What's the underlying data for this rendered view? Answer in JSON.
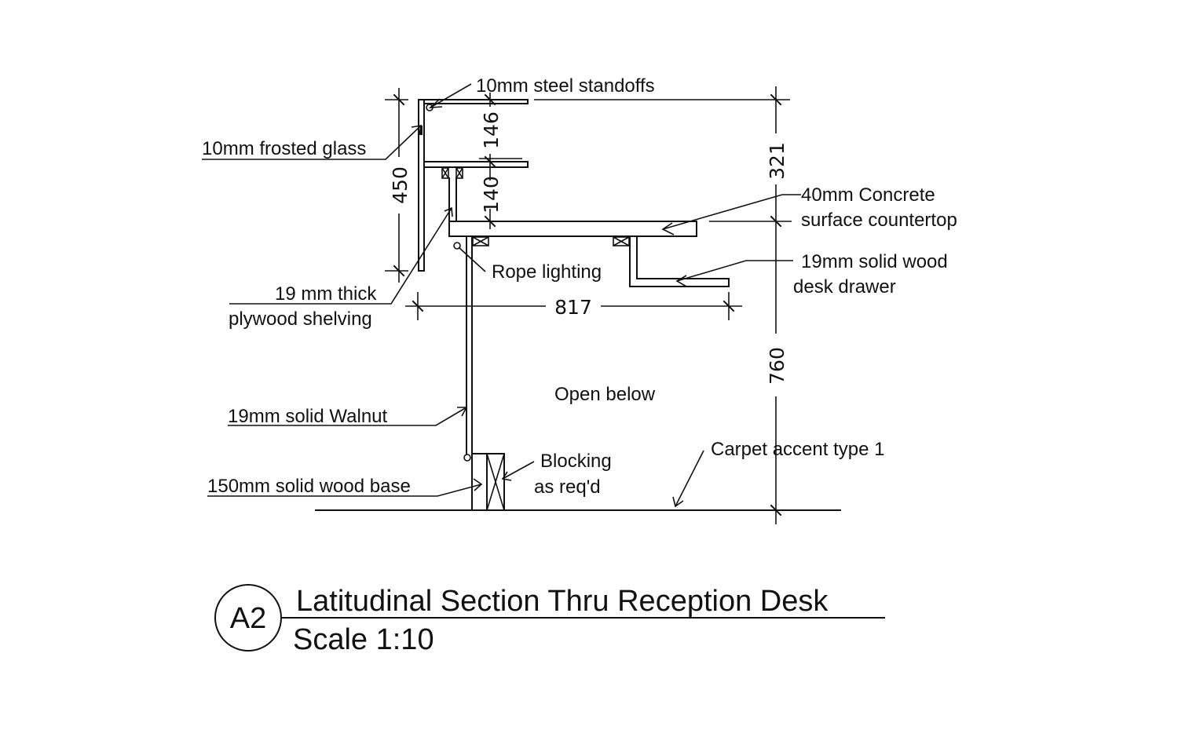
{
  "drawing": {
    "callouts": {
      "steel_standoffs": "10mm steel standoffs",
      "frosted_glass": "10mm frosted glass",
      "concrete_line1": "40mm Concrete",
      "concrete_line2": "surface countertop",
      "drawer_line1": "19mm solid wood",
      "drawer_line2": "desk drawer",
      "rope_lighting": "Rope lighting",
      "plywood_line1": "19 mm thick",
      "plywood_line2": "plywood shelving",
      "open_below": "Open below",
      "walnut": "19mm  solid Walnut",
      "blocking_line1": "Blocking",
      "blocking_line2": "as req'd",
      "carpet": "Carpet accent type 1",
      "wood_base": "150mm solid wood base"
    },
    "dimensions": {
      "d146": "146",
      "d140": "140",
      "d450": "450",
      "d321": "321",
      "d760": "760",
      "d817": "817"
    }
  },
  "title_block": {
    "section_id": "A2",
    "title": "Latitudinal Section Thru Reception Desk",
    "scale": "Scale 1:10"
  }
}
